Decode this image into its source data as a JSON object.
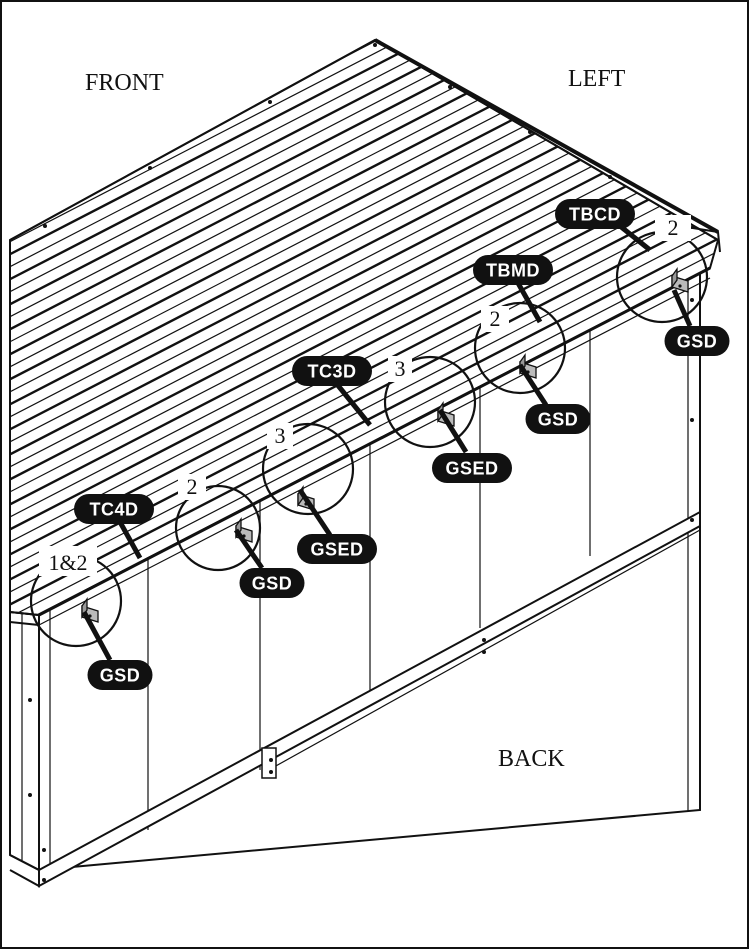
{
  "labels": {
    "front": "FRONT",
    "left": "LEFT",
    "back": "BACK"
  },
  "callouts": [
    {
      "part": "TBCD",
      "step": "2",
      "fastener": "GSD"
    },
    {
      "part": "TBMD",
      "step": "2",
      "fastener": "GSD"
    },
    {
      "part": "TC3D",
      "step": "3",
      "fastener": "GSED"
    },
    {
      "part": "",
      "step": "3",
      "fastener": "GSED"
    },
    {
      "part": "",
      "step": "2",
      "fastener": "GSD"
    },
    {
      "part": "TC4D",
      "step": "1&2",
      "fastener": "GSD"
    }
  ],
  "colors": {
    "ink": "#111111",
    "paper": "#ffffff",
    "bracket": "#bbbbbb"
  }
}
